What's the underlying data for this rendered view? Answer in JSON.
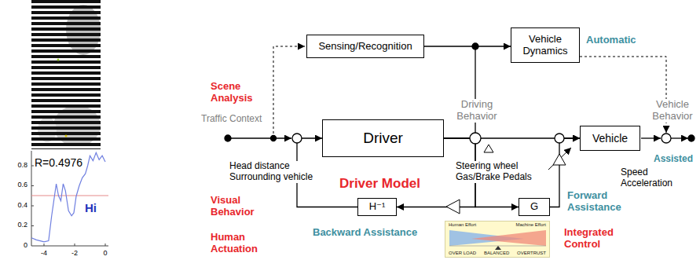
{
  "diagram": {
    "nodes": [
      {
        "text": [
          "Sensing/Recognition"
        ]
      },
      {
        "text": [
          "Vehicle Dynamics"
        ]
      },
      {
        "text": [
          "Driver"
        ]
      },
      {
        "text": [
          "Vehicle"
        ]
      },
      {
        "text": [
          "H⁻¹"
        ]
      },
      {
        "text": [
          "G"
        ]
      },
      {
        "text": [
          "Human Effort",
          "Machine Effort",
          "OVER LOAD",
          "BALANCED",
          "OVERTRUST"
        ]
      }
    ],
    "edges": [
      {
        "from": 0,
        "to": 1,
        "arrow": "to"
      },
      {
        "from": 2,
        "to": 3,
        "arrow": "to"
      },
      {
        "from": 2,
        "to": 5,
        "arrow": "to"
      },
      {
        "from": 5,
        "to": 3,
        "arrow": "to"
      },
      {
        "from": 2,
        "to": 4,
        "arrow": "to"
      },
      {
        "from": 4,
        "to": 2,
        "arrow": "to"
      }
    ],
    "labels": [
      "0.8",
      "0.6",
      "0.4",
      "0.2",
      "0",
      "-4",
      "-2",
      "0",
      "R=0.4976",
      "Hi",
      "Automatic",
      "Scene Analysis",
      "Traffic Context",
      "Driving Behavior",
      "Vehicle Behavior",
      "Head distance Surrounding vehicle",
      "Steering wheel Gas/Brake Pedals",
      "Speed Acceleration",
      "Assisted",
      "Driver Model",
      "Visual Behavior",
      "Forward Assistance",
      "Human Actuation",
      "Backward Assistance",
      "Integrated Control"
    ]
  }
}
